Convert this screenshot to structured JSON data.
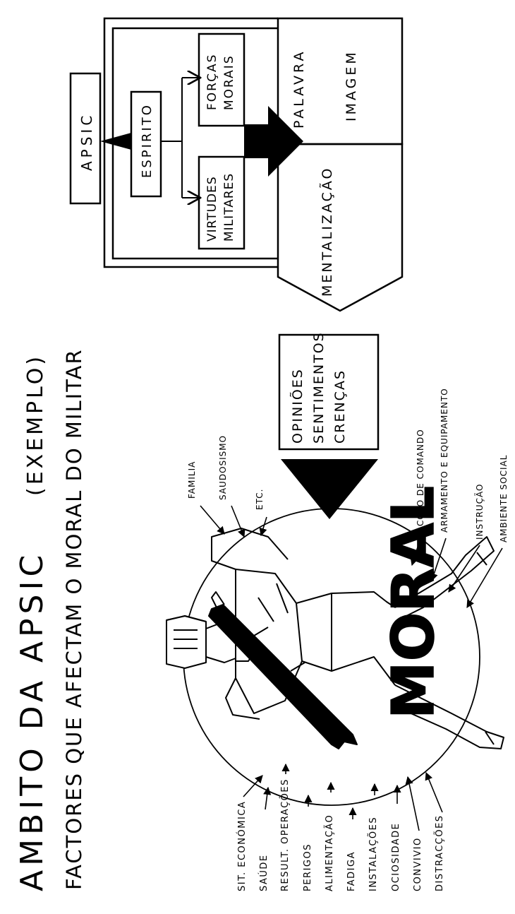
{
  "title": "AMBITO DA APSIC",
  "title_suffix": "(EXEMPLO)",
  "subtitle": "FACTORES QUE AFECTAM O MORAL DO MILITAR",
  "diagram": {
    "apsic": "APSIC",
    "espirito": "ESPIRITO",
    "forcas_morais": [
      "FORÇAS",
      "MORAIS"
    ],
    "virtudes_militares": [
      "VIRTUDES",
      "MILITARES"
    ],
    "palavra": "PALAVRA",
    "imagem": "IMAGEM",
    "mentalizacao": "MENTALIZAÇÃO",
    "opinioes": [
      "OPINIÕES",
      "SENTIMENTOS",
      "CRENÇAS"
    ]
  },
  "moral": "MORAL",
  "factors_left": [
    "SIT. ECONÓMICA",
    "SAÚDE",
    "RESULT. OPERAÇÕES",
    "PERIGOS",
    "ALIMENTAÇÃO",
    "FADIGA",
    "INSTALAÇÕES",
    "OCIOSIDADE",
    "CONVIVIO",
    "DISTRACÇÕES"
  ],
  "factors_top": [
    "FAMILIA",
    "SAUDOSISMO",
    "ETC."
  ],
  "factors_right": [
    "ACÇÃO DE COMANDO",
    "ARMAMENTO E EQUIPAMENTO",
    "INSTRUÇÃO",
    "AMBIENTE SOCIAL"
  ]
}
